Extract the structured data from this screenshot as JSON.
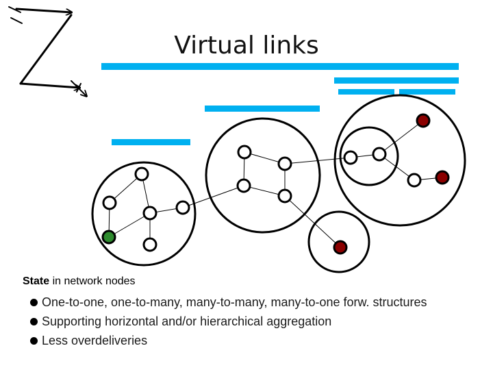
{
  "title": "Virtual links",
  "state": {
    "bold": "State",
    "rest": " in network nodes"
  },
  "bullets": [
    "One-to-one, one-to-many, many-to-many, many-to-one forw. structures",
    "Supporting horizontal and/or hierarchical aggregation",
    "Less overdeliveries"
  ],
  "colors": {
    "virtual_link": "#00b0f0",
    "node_fill": "#ffffff",
    "node_source": "#2e8b2e",
    "node_destination": "#8b0000",
    "stroke": "#000000"
  },
  "icons": {
    "corner_logo": "z-arrows-icon"
  }
}
